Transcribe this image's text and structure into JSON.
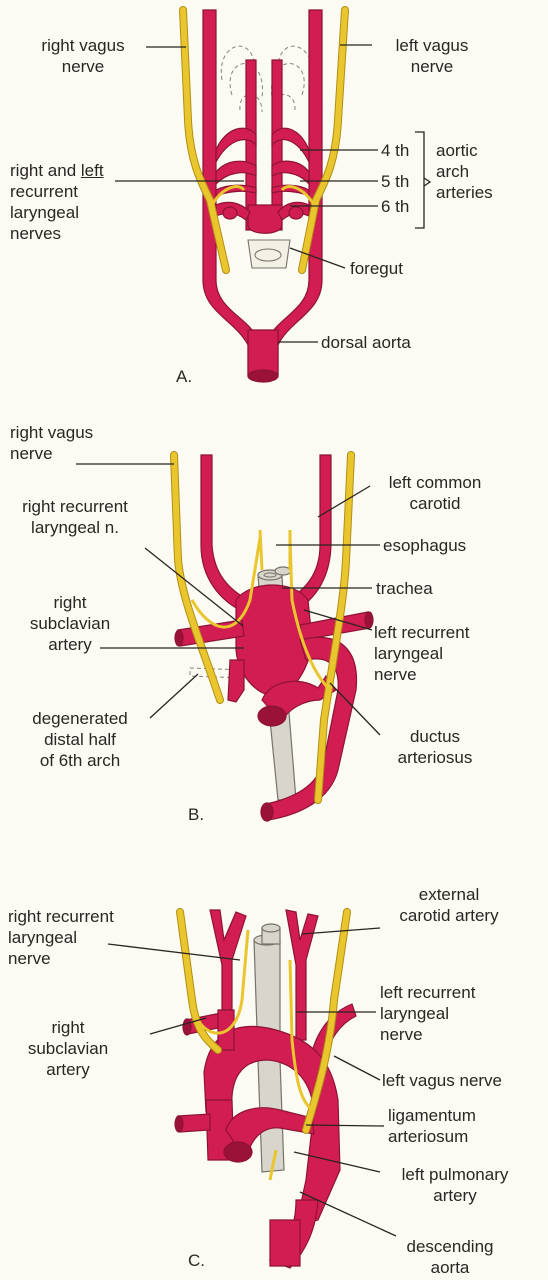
{
  "panels": {
    "a": {
      "letter": "A.",
      "right_vagus": "right vagus\nnerve",
      "left_vagus": "left vagus\nnerve",
      "recurrent_prefix": "right and ",
      "recurrent_left": "left",
      "recurrent_rest": "recurrent\nlaryngeal\nnerves",
      "arch_4": "4 th",
      "arch_5": "5 th",
      "arch_6": "6 th",
      "aortic_arch_arteries": "aortic\narch\narteries",
      "foregut": "foregut",
      "dorsal_aorta": "dorsal aorta"
    },
    "b": {
      "letter": "B.",
      "right_vagus": "right vagus\nnerve",
      "right_recurrent": "right recurrent\nlaryngeal n.",
      "right_subclavian": "right\nsubclavian\nartery",
      "degenerated": "degenerated\ndistal half\nof 6th arch",
      "left_common_carotid": "left common\ncarotid",
      "esophagus": "esophagus",
      "trachea": "trachea",
      "left_recurrent": "left recurrent\nlaryngeal\nnerve",
      "ductus": "ductus\narteriosus"
    },
    "c": {
      "letter": "C.",
      "right_recurrent": "right recurrent\nlaryngeal\nnerve",
      "right_subclavian": "right\nsubclavian\nartery",
      "external_carotid": "external\ncarotid artery",
      "left_recurrent": "left recurrent\nlaryngeal\nnerve",
      "left_vagus": "left vagus nerve",
      "ligamentum": "ligamentum\narteriosum",
      "left_pulmonary": "left pulmonary\nartery",
      "descending": "descending\naorta"
    }
  },
  "colors": {
    "artery": "#d21d52",
    "nerve": "#e9c62d",
    "trachea": "#d8d5cc",
    "text": "#2b2624",
    "background": "#fbfaf3"
  }
}
